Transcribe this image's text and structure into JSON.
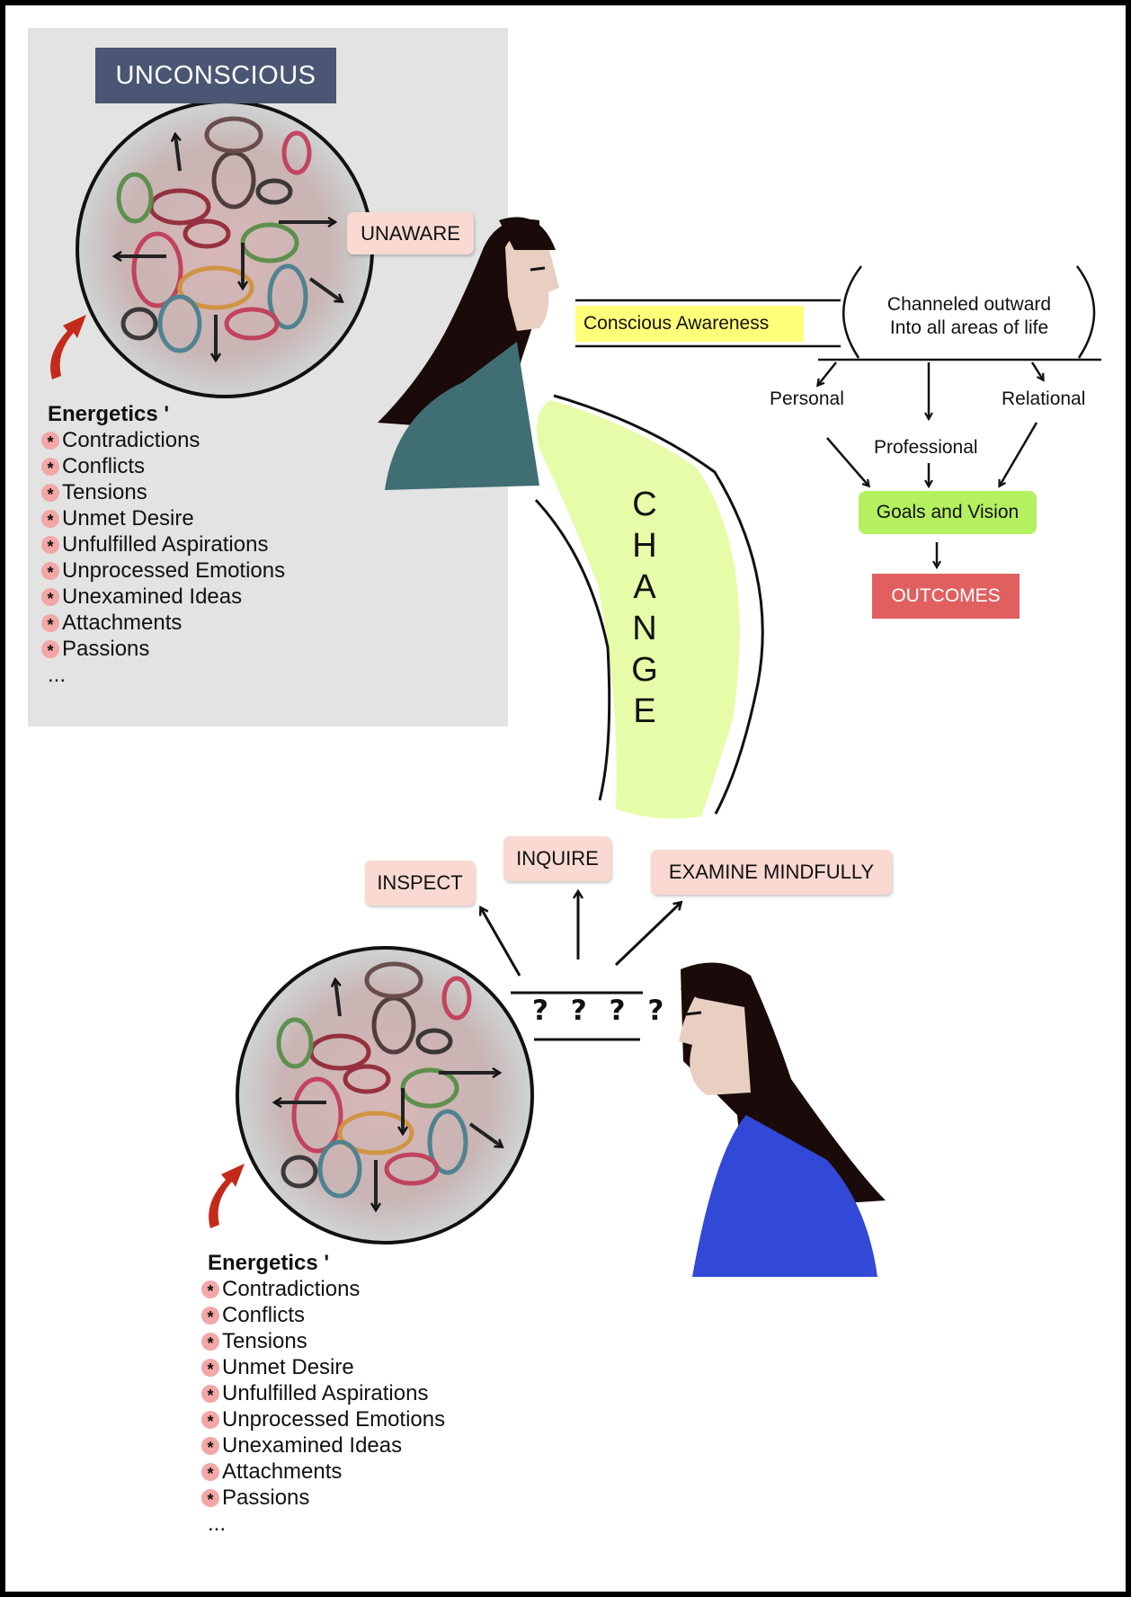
{
  "top": {
    "unconscious_label": "UNCONSCIOUS",
    "unaware_label": "UNAWARE",
    "energetics_title": "Energetics '",
    "energetics_items": [
      "Contradictions",
      "Conflicts",
      "Tensions",
      "Unmet Desire",
      "Unfulfilled Aspirations",
      "Unprocessed Emotions",
      "Unexamined Ideas",
      "Attachments",
      "Passions"
    ],
    "ellipsis": "..."
  },
  "flow": {
    "conscious_awareness": "Conscious Awareness",
    "channeled_line1": "Channeled outward",
    "channeled_line2": "Into all areas of life",
    "personal": "Personal",
    "relational": "Relational",
    "professional": "Professional",
    "goals": "Goals and Vision",
    "outcomes": "OUTCOMES"
  },
  "change": {
    "letters": [
      "C",
      "H",
      "A",
      "N",
      "G",
      "E"
    ]
  },
  "bottom": {
    "inspect": "INSPECT",
    "inquire": "INQUIRE",
    "examine": "EXAMINE MINDFULLY",
    "questions": "? ? ? ?",
    "energetics_title": "Energetics '",
    "energetics_items": [
      "Contradictions",
      "Conflicts",
      "Tensions",
      "Unmet Desire",
      "Unfulfilled Aspirations",
      "Unprocessed Emotions",
      "Unexamined Ideas",
      "Attachments",
      "Passions"
    ],
    "ellipsis": "..."
  },
  "colors": {
    "panel": "#e3e3e3",
    "title_badge": "#4a5674",
    "box": "#f9d9d1",
    "highlight": "#ffff7a",
    "goals": "#b4f060",
    "outcomes": "#e06060",
    "change_blob": "#e6fca8",
    "person_top_shirt": "#3f6e73",
    "person_bottom_shirt": "#3248d6",
    "hair": "#1a0a0a",
    "skin": "#e8cfc2",
    "red_arrow": "#c42a1a"
  }
}
